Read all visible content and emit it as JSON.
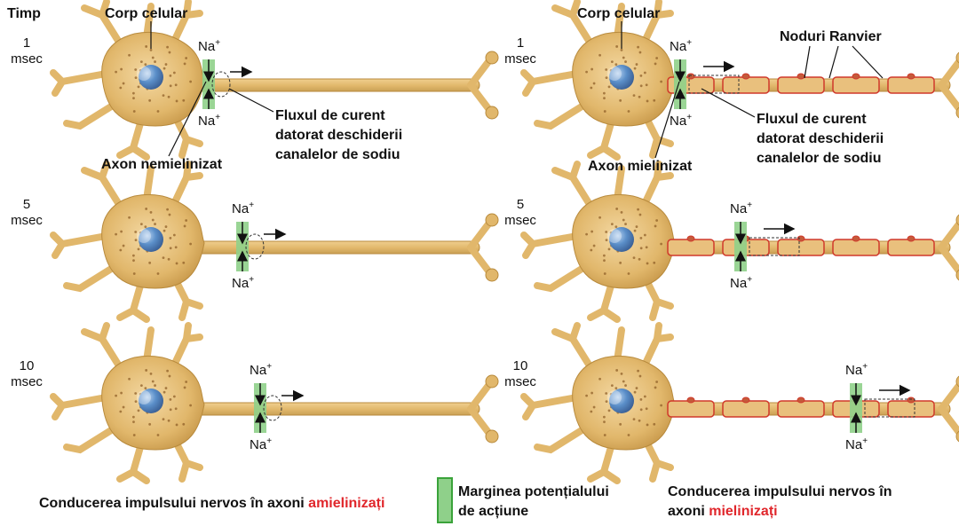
{
  "header": {
    "timp_label": "Timp"
  },
  "times": [
    {
      "value": "1",
      "unit": "msec"
    },
    {
      "value": "5",
      "unit": "msec"
    },
    {
      "value": "10",
      "unit": "msec"
    }
  ],
  "ion": {
    "symbol": "Na",
    "charge": "+"
  },
  "left_panel": {
    "corp_celular": "Corp celular",
    "flux_line1": "Fluxul de curent",
    "flux_line2": "datorat deschiderii",
    "flux_line3": "canalelor de sodiu",
    "axon_label": "Axon nemielinizat"
  },
  "right_panel": {
    "corp_celular": "Corp celular",
    "noduri": "Noduri Ranvier",
    "flux_line1": "Fluxul de curent",
    "flux_line2": "datorat deschiderii",
    "flux_line3": "canalelor de sodiu",
    "axon_label": "Axon mielinizat"
  },
  "captions": {
    "left_prefix": "Conducerea impulsului nervos în axoni ",
    "left_highlight": "amielinizați",
    "legend_line1": "Marginea potențialului",
    "legend_line2": "de acțiune",
    "right_line1": "Conducerea impulsului nervos în",
    "right_prefix": "axoni ",
    "right_highlight": "mielinizați"
  },
  "colors": {
    "neuron_fill": "#e1b76b",
    "neuron_stroke": "#b88a3c",
    "nucleus": "#5b8fc9",
    "myelin_fill": "#e9c07d",
    "myelin_stroke": "#d0392b",
    "action_potential_band": "#8fd08a",
    "highlight_text": "#e0262b"
  }
}
